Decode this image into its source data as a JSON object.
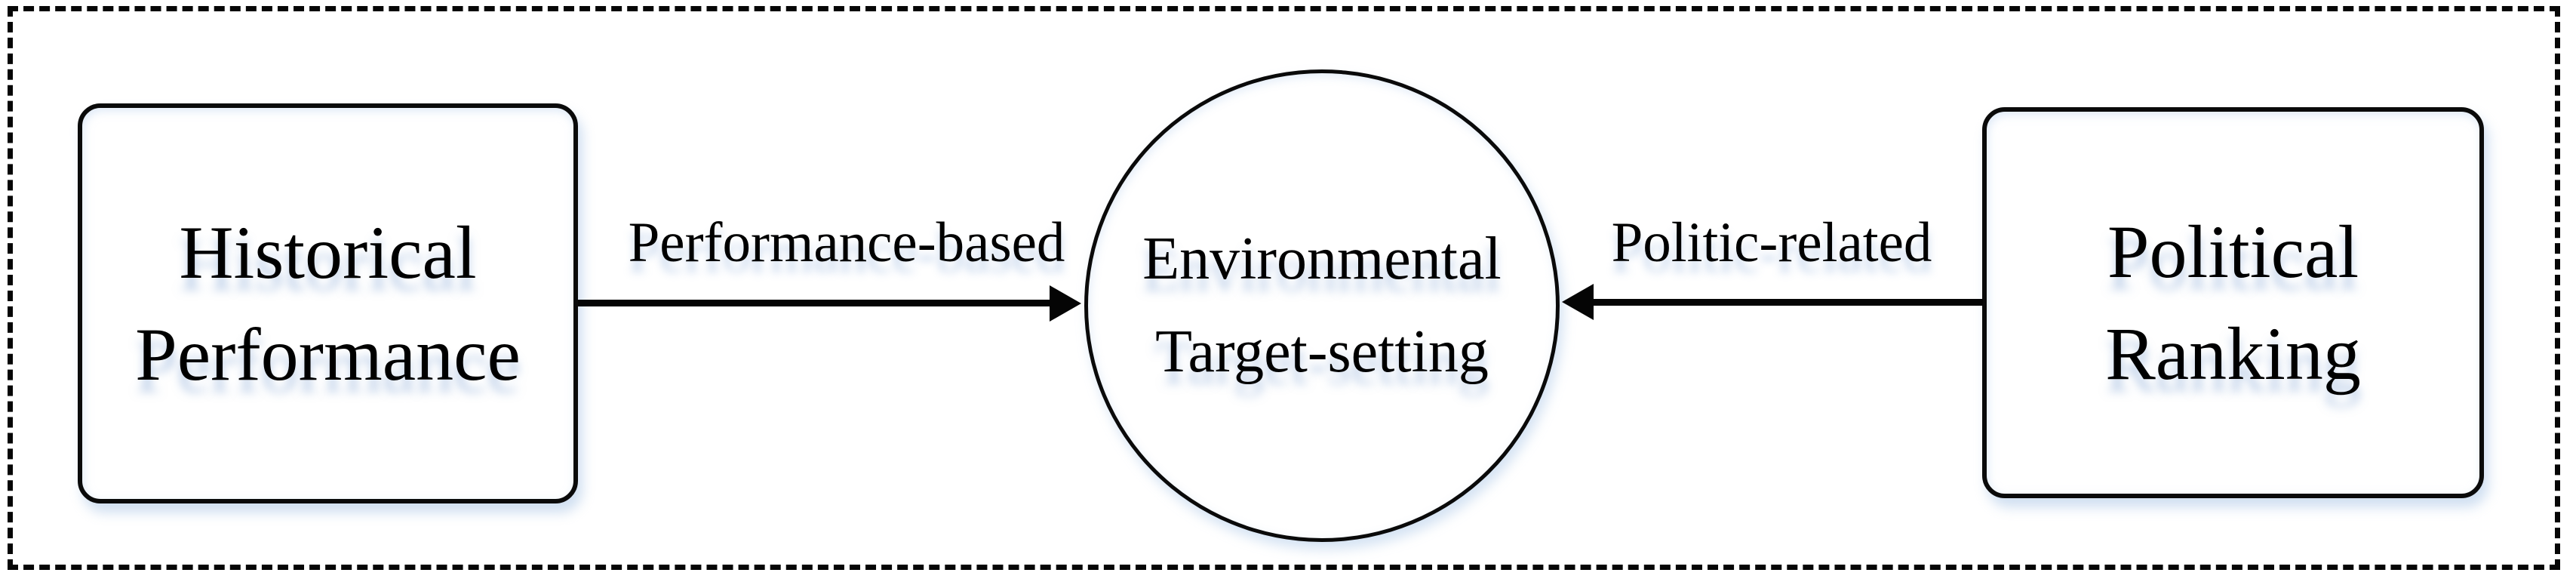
{
  "diagram": {
    "title": "Environmental target-setting drivers diagram",
    "colors": {
      "stroke": "#000000",
      "background": "#ffffff",
      "shadow_tint": "rgba(125,162,212,0.5)"
    },
    "frame": {
      "style": "dashed",
      "color": "#060606"
    },
    "nodes": [
      {
        "id": "historical-performance",
        "shape": "rounded-rectangle",
        "lines": [
          "Historical",
          "Performance"
        ]
      },
      {
        "id": "environmental-target-setting",
        "shape": "ellipse",
        "lines": [
          "Environmental",
          "Target-setting"
        ]
      },
      {
        "id": "political-ranking",
        "shape": "rounded-rectangle",
        "lines": [
          "Political",
          "Ranking"
        ]
      }
    ],
    "edges": [
      {
        "id": "performance-based",
        "from": "historical-performance",
        "to": "environmental-target-setting",
        "label": "Performance-based",
        "arrow_direction": "right"
      },
      {
        "id": "politic-related",
        "from": "political-ranking",
        "to": "environmental-target-setting",
        "label": "Politic-related",
        "arrow_direction": "left"
      }
    ]
  }
}
